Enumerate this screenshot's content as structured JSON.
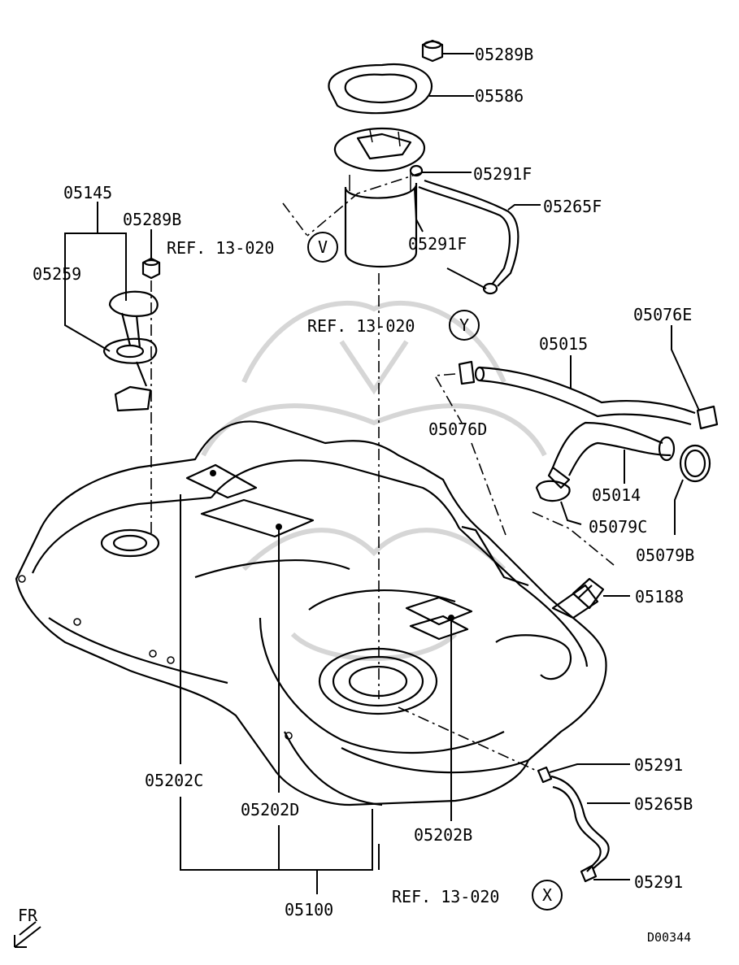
{
  "diagram_code": "D00344",
  "direction_marker": "FR",
  "refs": {
    "ref_v": "REF. 13-020",
    "ref_y": "REF. 13-020",
    "ref_x": "REF. 13-020"
  },
  "circle_markers": {
    "v": "V",
    "y": "Y",
    "x": "X"
  },
  "parts": {
    "p05289B_top": "05289B",
    "p05586": "05586",
    "p05291F_a": "05291F",
    "p05265F": "05265F",
    "p05291F_b": "05291F",
    "p05145": "05145",
    "p05289B_left": "05289B",
    "p05259": "05259",
    "p05015": "05015",
    "p05076E": "05076E",
    "p05076D": "05076D",
    "p05014": "05014",
    "p05079C": "05079C",
    "p05079B": "05079B",
    "p05188": "05188",
    "p05202C": "05202C",
    "p05202D": "05202D",
    "p05202B": "05202B",
    "p05291_a": "05291",
    "p05265B": "05265B",
    "p05291_b": "05291",
    "p05100": "05100"
  }
}
